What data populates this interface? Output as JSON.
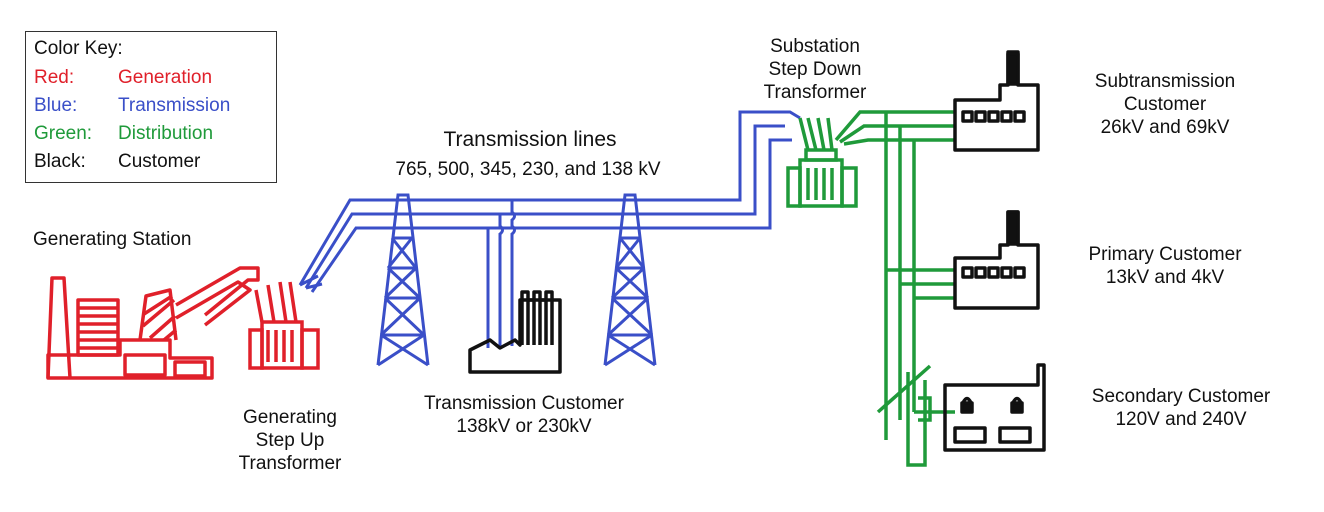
{
  "colors": {
    "generation": "#e0202a",
    "transmission": "#3a4fc8",
    "distribution": "#1f9a3a",
    "customer": "#111111"
  },
  "key": {
    "title": "Color Key:",
    "items": [
      {
        "key": "Red:",
        "value": "Generation",
        "color": "#e0202a"
      },
      {
        "key": "Blue:",
        "value": "Transmission",
        "color": "#3a4fc8"
      },
      {
        "key": "Green:",
        "value": "Distribution",
        "color": "#1f9a3a"
      },
      {
        "key": "Black:",
        "value": "Customer",
        "color": "#111111"
      }
    ]
  },
  "labels": {
    "generating_station": "Generating Station",
    "step_up": [
      "Generating",
      "Step Up",
      "Transformer"
    ],
    "transmission_lines": "Transmission lines",
    "transmission_voltages": "765, 500, 345, 230, and 138 kV",
    "transmission_customer": [
      "Transmission Customer",
      "138kV or 230kV"
    ],
    "substation": [
      "Substation",
      "Step Down",
      "Transformer"
    ],
    "subtransmission_customer": [
      "Subtransmission",
      "Customer",
      "26kV and 69kV"
    ],
    "primary_customer": [
      "Primary Customer",
      "13kV and 4kV"
    ],
    "secondary_customer": [
      "Secondary Customer",
      "120V and 240V"
    ]
  }
}
